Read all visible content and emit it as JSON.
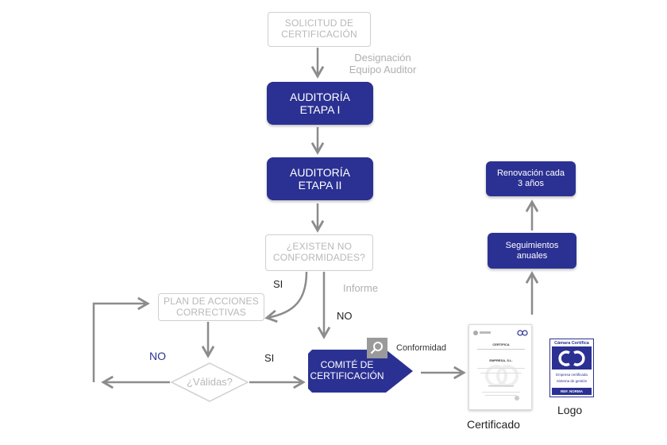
{
  "nodes": {
    "solicitud": [
      "SOLICITUD DE",
      "CERTIFICACIÓN"
    ],
    "auditoria1": [
      "AUDITORÍA",
      "ETAPA I"
    ],
    "auditoria2": [
      "AUDITORÍA",
      "ETAPA II"
    ],
    "existen": [
      "¿EXISTEN NO",
      "CONFORMIDADES?"
    ],
    "plan": [
      "PLAN DE ACCIONES",
      "CORRECTIVAS"
    ],
    "validas": "¿Válidas?",
    "comite": [
      "COMITÉ DE",
      "CERTIFICACIÓN"
    ],
    "renovacion": [
      "Renovación cada",
      "3 años"
    ],
    "seguimientos": [
      "Seguimientos",
      "anuales"
    ]
  },
  "labels": {
    "designacion": [
      "Designación",
      "Equipo Auditor"
    ],
    "si_top": "SI",
    "informe": "Informe",
    "no_right": "NO",
    "no_left": "NO",
    "si_bottom": "SI",
    "conformidad": "Conformidad",
    "certificado": "Certificado",
    "logo": "Logo"
  },
  "certificate_doc": {
    "heading": "CERTIFICA",
    "company": "EMPRESA, S.L."
  },
  "logo_badge": {
    "title": "Cámara Certifica",
    "line1": "Empresa certificada",
    "line2": "Sistema de gestión",
    "ref": "REF. NORMA"
  },
  "icons": {
    "conformidad": "magnifier-icon",
    "logo": "camara-certifica-logo"
  },
  "colors": {
    "primary": "#2b3192",
    "outline": "#cfcfcf",
    "arrow": "#8c8c8c",
    "muted_text": "#b8b8b8"
  }
}
